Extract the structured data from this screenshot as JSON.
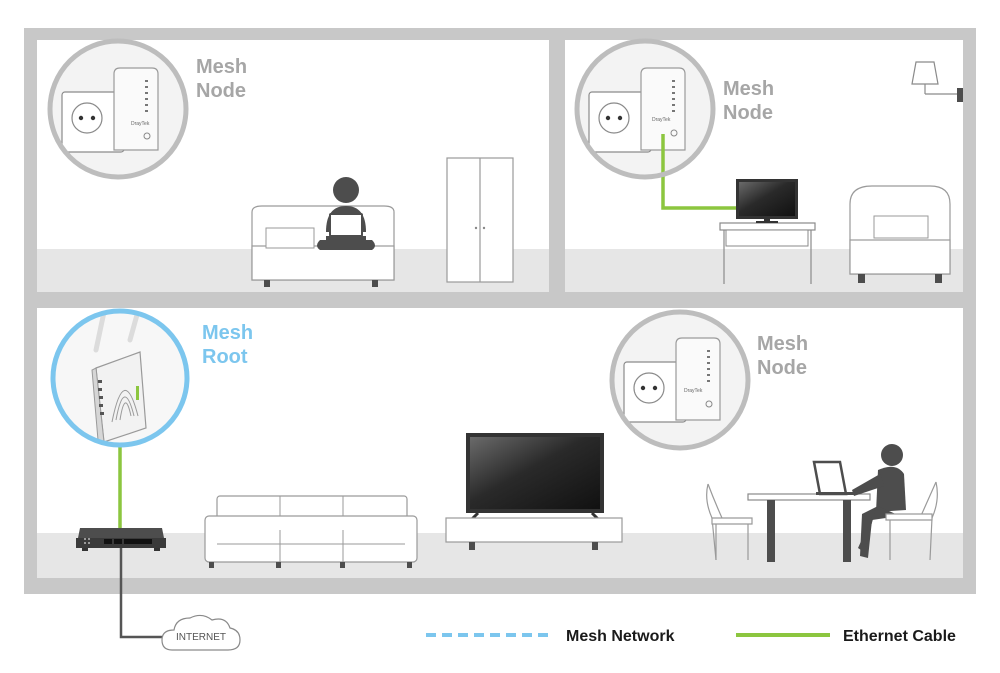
{
  "rooms": {
    "upper_left": {
      "label_line1": "Mesh",
      "label_line2": "Node"
    },
    "upper_right": {
      "label_line1": "Mesh",
      "label_line2": "Node"
    },
    "lower_root": {
      "label_line1": "Mesh",
      "label_line2": "Root"
    },
    "lower_right": {
      "label_line1": "Mesh",
      "label_line2": "Node"
    }
  },
  "internet": {
    "label": "INTERNET"
  },
  "device_brand": "DrayTek",
  "legend": {
    "mesh_network": "Mesh Network",
    "ethernet_cable": "Ethernet Cable"
  },
  "colors": {
    "wall": "#c8c8c8",
    "floor": "#e6e6e6",
    "mesh_blue": "#7cc6ee",
    "ethernet_green": "#8cc63f",
    "label_gray": "#a6a6a6",
    "furniture_dark": "#4d4d4d",
    "cable_gray": "#555555"
  },
  "icons": [
    "wall-socket-icon",
    "mesh-node-device-icon",
    "mesh-root-access-point-icon",
    "router-icon",
    "cloud-icon",
    "person-icon",
    "laptop-icon",
    "tv-icon",
    "lamp-icon",
    "wardrobe-icon",
    "sofa-icon",
    "bed-icon",
    "table-icon",
    "chair-icon"
  ]
}
